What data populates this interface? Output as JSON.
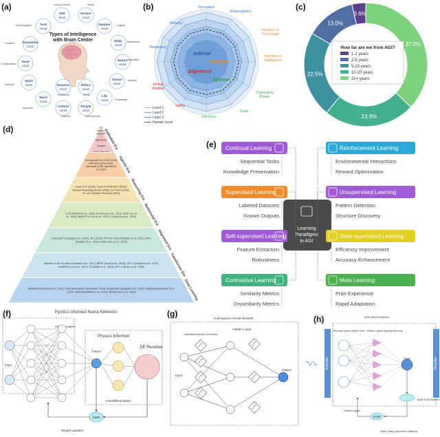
{
  "panel_labels": {
    "a": "(a)",
    "b": "(b)",
    "c": "(c)",
    "d": "(d)",
    "e": "(e)",
    "f": "(f)",
    "g": "(g)",
    "h": "(h)"
  },
  "panel_a": {
    "title_line1": "Types of Intelligence",
    "title_line2": "with Brain Center",
    "circles": [
      {
        "l1": "Self",
        "l2": "smart",
        "cat": "Intra-personal"
      },
      {
        "l1": "Picture",
        "l2": "smart",
        "cat": "Visual"
      },
      {
        "l1": "Number",
        "l2": "smart",
        "cat": "Logical"
      },
      {
        "l1": "Body",
        "l2": "smart",
        "cat": "Kinesthetic"
      },
      {
        "l1": "Nature",
        "l2": "smart",
        "cat": "Naturalist"
      },
      {
        "l1": "Sound",
        "l2": "smart",
        "cat": "Musical"
      },
      {
        "l1": "Life",
        "l2": "smart",
        "cat": "Existential"
      },
      {
        "l1": "People",
        "l2": "smart",
        "cat": "Interpersonal"
      },
      {
        "l1": "Culture",
        "l2": "smart",
        "cat": "Cultural"
      },
      {
        "l1": "Word",
        "l2": "smart",
        "cat": "Linguistic"
      },
      {
        "l1": "Spirit",
        "l2": "smart",
        "cat": "Spiritual"
      },
      {
        "l1": "Team",
        "l2": "smart",
        "cat": "Collaborative"
      },
      {
        "l1": "Innovation",
        "l2": "smart",
        "cat": "Creative"
      },
      {
        "l1": "Tech",
        "l2": "smart",
        "cat": "Technological"
      },
      {
        "l1": "Emotion",
        "l2": "smart",
        "cat": "Emotional"
      },
      {
        "l1": "Ethics",
        "l2": "smart",
        "cat": "Moral"
      }
    ]
  },
  "panel_b": {
    "axes": [
      "Perception",
      "Metacognition",
      "Interface to Tool Usage",
      "Interface to Intelligence",
      "Computing Power",
      "Scale",
      "Efficiency",
      "System",
      "Safety",
      "Ethical Abilities",
      "Reasoning",
      "Memory"
    ],
    "inner_labels": {
      "internal": "Internal",
      "interface": "Interface",
      "alignment": "Alignment",
      "system": "System"
    },
    "legend": [
      "Level 1",
      "Level 2",
      "Level 3",
      "Human Level"
    ]
  },
  "chart_data": {
    "type": "pie",
    "title": "How far are we from AGI?",
    "categories": [
      "1-2 years",
      "2-5 years",
      "5-10 years",
      "10-20 years",
      "20+ years"
    ],
    "values": [
      3.6,
      13.0,
      22.5,
      23.9,
      37.0
    ],
    "labels": [
      "3.6%",
      "13.0%",
      "22.5%",
      "23.9%",
      "37.0%"
    ],
    "colors": [
      "#5b3f8a",
      "#4f6fa3",
      "#3e8fa0",
      "#43b08f",
      "#7ed27d"
    ]
  },
  "panel_d": {
    "levels": [
      {
        "text": "SS1 Agents / MetaGPT / AgentVerse / Voyager / PaLM-SAYCAN",
        "era": "Embodied Era",
        "color": "#f2c7c9"
      },
      {
        "text": "OpenAgents(2024), SAGE (2024), Reflection Agents (2024), Memory2B (2025), AgentBench 2.0 (2024)",
        "era": "Agentic Era",
        "color": "#f6cfa7"
      },
      {
        "text": "Graph-CoT (2024), Chain-of-Verification (2024), Reward Reasoning Model (2025), CoT-RAG (2025), RL with Verifiable Rewards (2025)",
        "era": "Reasoning Era",
        "color": "#f5e3b3"
      },
      {
        "text": "CLIP (Radford et al., 2021), ALIGN (Jia et al., 2021), BLIP-2 (Li et al., 2023), MiniGPT-4 (Zhu et al., 2023), LLaVA (Liu et al., 2023)",
        "era": "Multimodal Era",
        "color": "#d8ebc4"
      },
      {
        "text": "InstructGPT (Ouyang et al., 2022), SFT (2022), PPO for LMs (Christiano et al., 2017), DPO (Rafailov et al., 2023), LIMA (Zhou et al., 2023)",
        "era": "Alignment Era",
        "color": "#c9e6dd"
      },
      {
        "text": "Attention Is All You Need (Vaswani et al., 2017), BERT (Devlin et al., 2018), GPT-2 (Radford et al., 2019), RoBERTa (Liu et al., 2019), T5 (Raffel et al., 2020), GPT-3 (Brown et al., 2020)",
        "era": "Transformer Era",
        "color": "#cde3ee"
      },
      {
        "text": "AlexNet (Krizhevsky et al., 2012), VGG (Simonyan & Zisserman, 2014), GoogLeNet (Szegedy et al., 2014), Seq2Seq (Sutskever et al., 2014), GAN (Goodfellow et al., 2014), ResNet (He et al., 2015)",
        "era": "Deep Learning",
        "color": "#b8d3ee"
      }
    ]
  },
  "panel_e": {
    "center_l1": "Learning",
    "center_l2": "Paradigms",
    "center_l3": "in AGI",
    "left": [
      {
        "title": "Continual Learning",
        "items": [
          "Sequential Tasks",
          "Knowledge Preservation"
        ],
        "color": "#a05ad6"
      },
      {
        "title": "Supervised Learning",
        "items": [
          "Labeled Datasets",
          "Known Outputs"
        ],
        "color": "#f08b2c"
      },
      {
        "title": "Self-supervised Learning",
        "items": [
          "Feature Extraction",
          "Robustness"
        ],
        "color": "#a05ad6"
      },
      {
        "title": "Contrastive Learning",
        "items": [
          "Similarity Metrics",
          "Dissimilarity Metrics"
        ],
        "color": "#3fb37f"
      }
    ],
    "right": [
      {
        "title": "Reinforcement Learning",
        "items": [
          "Environmental Interactions",
          "Reward Optimization"
        ],
        "color": "#2aa9d8"
      },
      {
        "title": "Unsupervised Learning",
        "items": [
          "Pattern Detection",
          "Structure Discovery"
        ],
        "color": "#a05ad6"
      },
      {
        "title": "Semi-supervised Learning",
        "items": [
          "Efficiency Improvement",
          "Accuracy Enhancement"
        ],
        "color": "#e3cf24"
      },
      {
        "title": "Meta Learning",
        "items": [
          "Prior Experience",
          "Rapid Adaptation"
        ],
        "color": "#4caf50"
      }
    ]
  },
  "panel_f": {
    "title": "Pyshics Informed Nuera Networks",
    "hidden": "Hidden Layers",
    "physics": "Physics Informed",
    "input": "Input",
    "output": "Output",
    "de": "DE Residual",
    "auto": "AutoDifferentiation",
    "loss": "Loss",
    "weight": "Weight Updates"
  },
  "panel_g": {
    "title": "Kolmogorov-Arnold Network",
    "hidden": "Hidden Layer",
    "learnable": "Learnable Activation Functions",
    "input": "Input",
    "output": "Output"
  },
  "panel_h": {
    "title": "Spike Neural Networks",
    "encoded": "Encoded Inputs (Spike Train)",
    "hidden": "Hidden Layers (Spiking Neurons)",
    "output": "Output",
    "encoder": "Encoder",
    "decoder": "Decoder",
    "stdp": "STDP",
    "spike_train_dist": "Spike Train Distance",
    "hidden_bottom": "Hidden Layers",
    "plasticity": "Spike-Timing-Dependent Plasticity"
  }
}
